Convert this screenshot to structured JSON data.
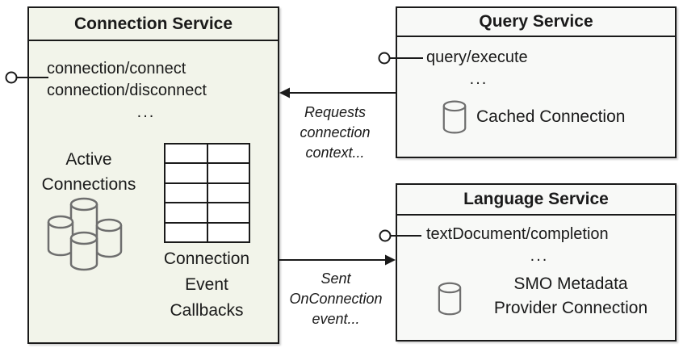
{
  "connection_service": {
    "title": "Connection Service",
    "methods": [
      "connection/connect",
      "connection/disconnect",
      "..."
    ],
    "active_connections": [
      "Active",
      "Connections"
    ],
    "callbacks": [
      "Connection",
      "Event",
      "Callbacks"
    ]
  },
  "query_service": {
    "title": "Query Service",
    "methods": [
      "query/execute",
      "..."
    ],
    "cache_label": "Cached Connection"
  },
  "language_service": {
    "title": "Language Service",
    "methods": [
      "textDocument/completion",
      "..."
    ],
    "smo_label": [
      "SMO Metadata",
      "Provider Connection"
    ]
  },
  "arrows": {
    "requests_label": [
      "Requests",
      "connection",
      "context..."
    ],
    "sent_label": [
      "Sent",
      "OnConnection",
      "event..."
    ]
  },
  "colors": {
    "connection_fill": "#f2f4ea",
    "service_fill": "#f8f9f7",
    "border": "#1a1a1a",
    "cylinder_stroke": "#6e6e6e"
  }
}
